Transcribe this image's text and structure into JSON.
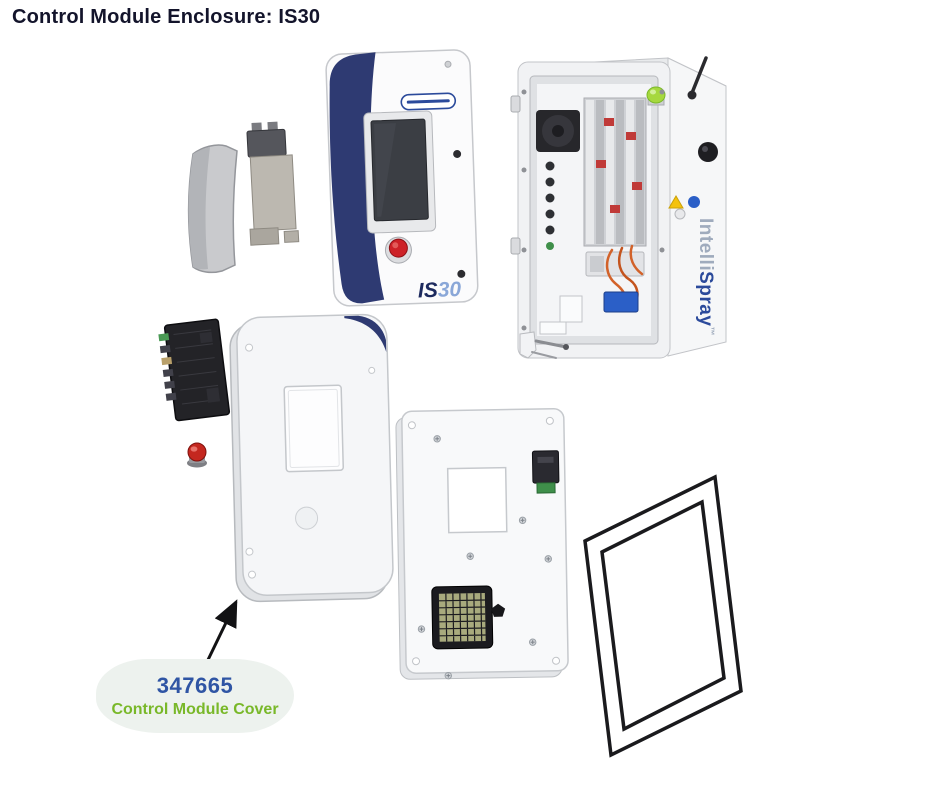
{
  "page": {
    "title": "Control Module Enclosure: IS30"
  },
  "callout": {
    "part_number": "347665",
    "part_name": "Control Module Cover"
  },
  "front_panel": {
    "logo_is": "IS",
    "logo_30": "30"
  },
  "enclosure": {
    "brand_intelli": "Intelli",
    "brand_spray": "Spray",
    "brand_tm": "™"
  },
  "colors": {
    "title_text": "#13142b",
    "navy_accent": "#2e3a72",
    "part_number_blue": "#2f55a4",
    "part_name_green": "#79b829",
    "estop_red": "#c4271f",
    "indicator_green": "#a6d83e",
    "gasket_black": "#1a1a1d"
  },
  "icons": {
    "arrow": "callout-arrow",
    "estop": "emergency-stop-button",
    "fan": "cooling-fan",
    "antenna": "antenna"
  }
}
